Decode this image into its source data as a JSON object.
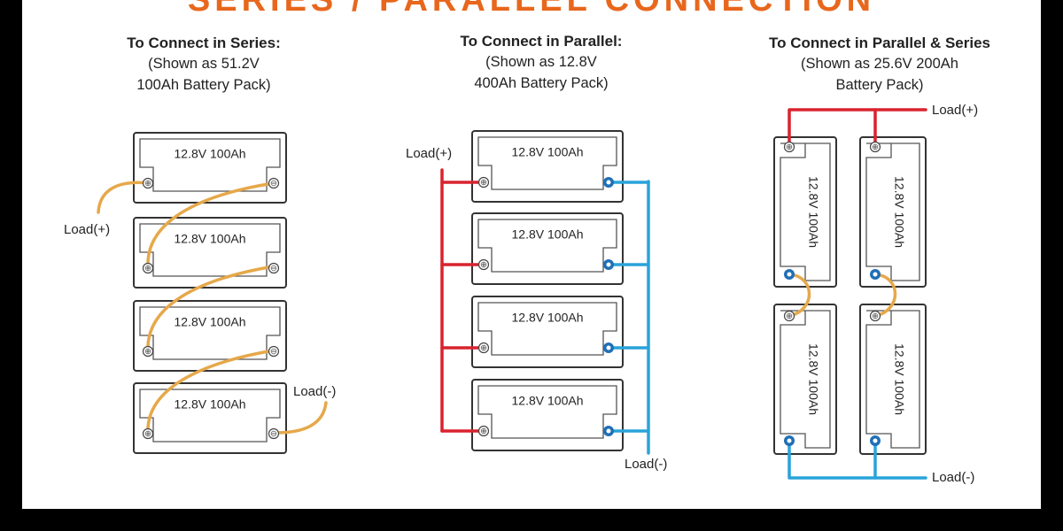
{
  "banner": "SERIES / PARALLEL CONNECTION",
  "battery_label": "12.8V 100Ah",
  "series": {
    "title": "To Connect in Series:",
    "subtitle_line1": "(Shown as 51.2V",
    "subtitle_line2": "100Ah Battery Pack)",
    "load_pos": "Load(+)",
    "load_neg": "Load(-)"
  },
  "parallel": {
    "title": "To Connect in Parallel:",
    "subtitle_line1": "(Shown as 12.8V",
    "subtitle_line2": "400Ah Battery Pack)",
    "load_pos": "Load(+)",
    "load_neg": "Load(-)"
  },
  "parallel_series": {
    "title": "To Connect in Parallel & Series",
    "subtitle_line1": "(Shown as 25.6V 200Ah",
    "subtitle_line2": "Battery Pack)",
    "load_pos": "Load(+)",
    "load_neg": "Load(-)"
  },
  "colors": {
    "banner": "#e8671d",
    "series_wire": "#e6a84a",
    "positive_wire": "#d9232e",
    "negative_wire": "#29a3da",
    "terminal_blue": "#1f6fb6",
    "battery_border": "#333333"
  }
}
